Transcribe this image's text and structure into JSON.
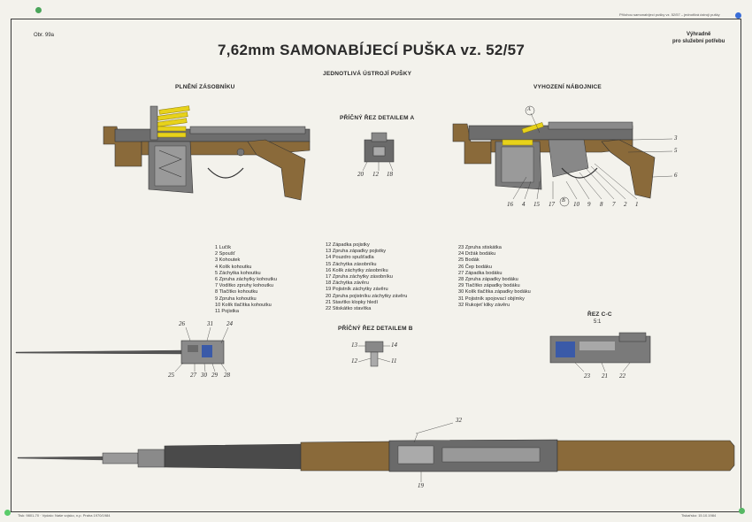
{
  "header": {
    "fig_ref": "Obr. 99a",
    "restriction": "Výhradně\npro služební potřebu",
    "top_note": "Přílohou samonabíjecí pušky vz. 52/57 – jednotlivá ústrojí pušky",
    "title": "7,62mm SAMONABÍJECÍ PUŠKA vz. 52/57",
    "subtitle": "JEDNOTLIVÁ ÚSTROJÍ PUŠKY"
  },
  "sections": {
    "loading": "PLNĚNÍ ZÁSOBNÍKU",
    "ejection": "VYHOZENÍ NÁBOJNICE",
    "detail_a": "PŘÍČNÝ ŘEZ DETAILEM A",
    "detail_b": "PŘÍČNÝ ŘEZ DETAILEM B",
    "cut_cc": "ŘEZ C-C",
    "scale": "5:1"
  },
  "legend": {
    "col1": [
      "1 Lučík",
      "2 Spoušť",
      "3 Kohoutek",
      "4 Kolík kohoutku",
      "5 Záchytka kohoutku",
      "6 Zpruha záchytky kohoutku",
      "7 Vodítko zpruhy kohoutku",
      "8 Tlačítko kohoutku",
      "9 Zpruha kohoutku",
      "10 Kolík tlačítka kohoutku",
      "11 Pojistka"
    ],
    "col2": [
      "12 Západka pojistky",
      "13 Zpruha západky pojistky",
      "14 Pouzdro spušťadla",
      "15 Záchytka zásobníku",
      "16 Kolík záchytky zásobníku",
      "17 Zpruha záchytky zásobníku",
      "18 Záchytka závěru",
      "19 Pojistník záchytky závěru",
      "20 Zpruha pojistníku záchytky závěru",
      "21 Stavítko klopky hledí",
      "22 Stiskátko stavítka"
    ],
    "col3": [
      "23 Zpruha stiskátka",
      "24 Držák bodáku",
      "25 Bodák",
      "26 Čep bodáku",
      "27 Západka bodáku",
      "28 Zpruha západky bodáku",
      "29 Tlačítko západky bodáku",
      "30 Kolík tlačítka západky bodáku",
      "31 Pojistník spojovací objímky",
      "32 Rukojeť kliky závěru"
    ]
  },
  "callouts": {
    "detail_a": [
      "20",
      "12",
      "18"
    ],
    "ejection": [
      "A",
      "3",
      "5",
      "6",
      "16",
      "4",
      "15",
      "17",
      "B",
      "10",
      "9",
      "8",
      "7",
      "2",
      "1"
    ],
    "bayonet": [
      "26",
      "31",
      "24",
      "25",
      "27",
      "30",
      "29",
      "28"
    ],
    "detail_b": [
      "13",
      "14",
      "12",
      "11"
    ],
    "cut_cc": [
      "23",
      "21",
      "22"
    ],
    "full_rifle": [
      "32",
      "19"
    ]
  },
  "footer": {
    "left": "Tisk: 9801-70 · Vydalo: Naše vojsko, n.p. Praha 1970/1984",
    "right": "Tiskařsko: 15.10.1984"
  },
  "colors": {
    "wood": "#8a6a3a",
    "metal": "#555555",
    "brass": "#e7d21a",
    "spring": "#3a5aa8",
    "frame": "#3a3a3a"
  }
}
